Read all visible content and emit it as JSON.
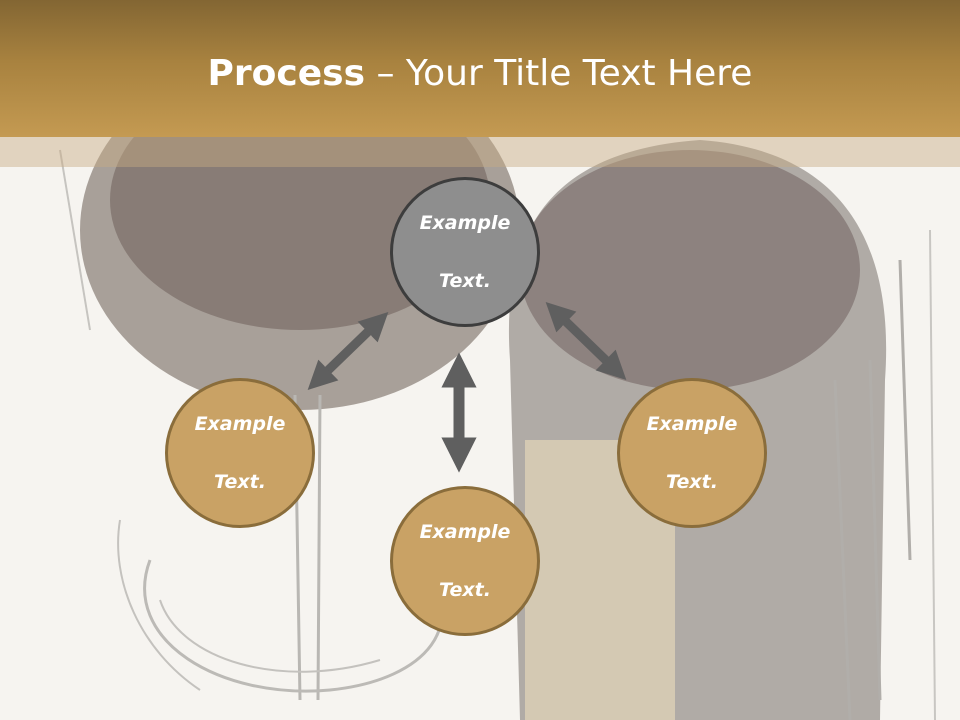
{
  "title": {
    "strong": "Process",
    "rest": " – Your Title Text Here"
  },
  "nodes": {
    "top": {
      "line1": "Example",
      "line2": "Text."
    },
    "left": {
      "line1": "Example",
      "line2": "Text."
    },
    "right": {
      "line1": "Example",
      "line2": "Text."
    },
    "bottom": {
      "line1": "Example",
      "line2": "Text."
    }
  },
  "colors": {
    "header": "#a8823f",
    "node_gold": "#c9a265",
    "node_gray": "#8e8e8e",
    "arrow": "#5f5f5f"
  }
}
